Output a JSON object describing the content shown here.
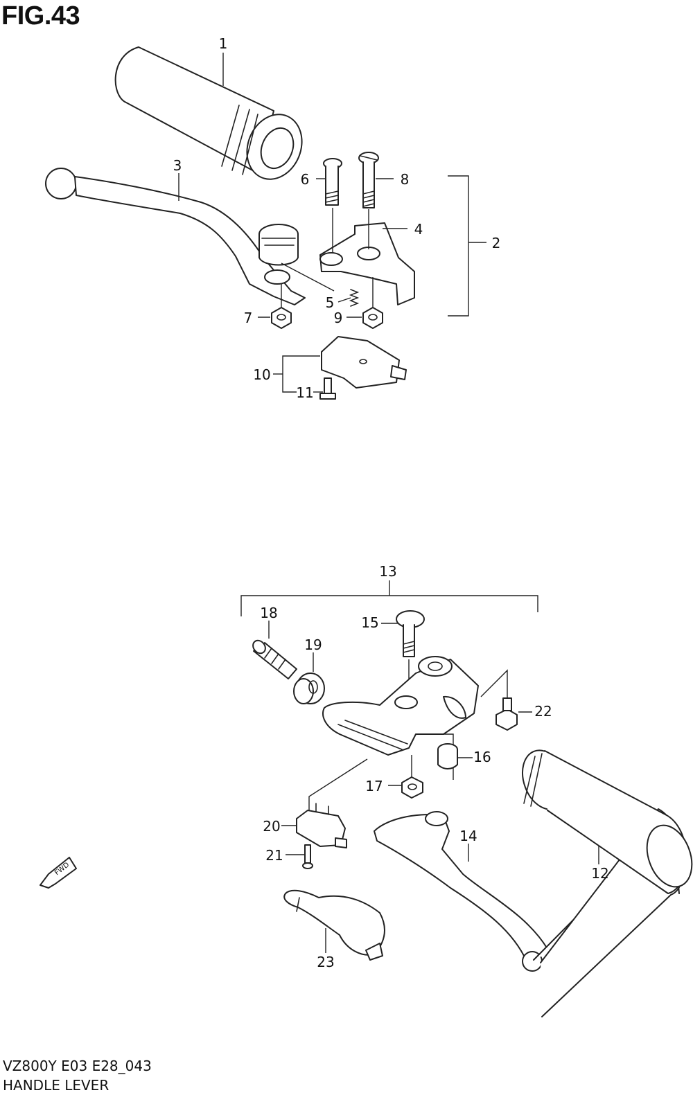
{
  "figure": {
    "title": "FIG.43",
    "footer_code": "VZ800Y E03 E28_043",
    "footer_name": "HANDLE LEVER",
    "fwd_label": "FWD"
  },
  "callouts": [
    "1",
    "2",
    "3",
    "4",
    "5",
    "6",
    "7",
    "8",
    "9",
    "10",
    "11",
    "12",
    "13",
    "14",
    "15",
    "16",
    "17",
    "18",
    "19",
    "20",
    "21",
    "22",
    "23"
  ]
}
